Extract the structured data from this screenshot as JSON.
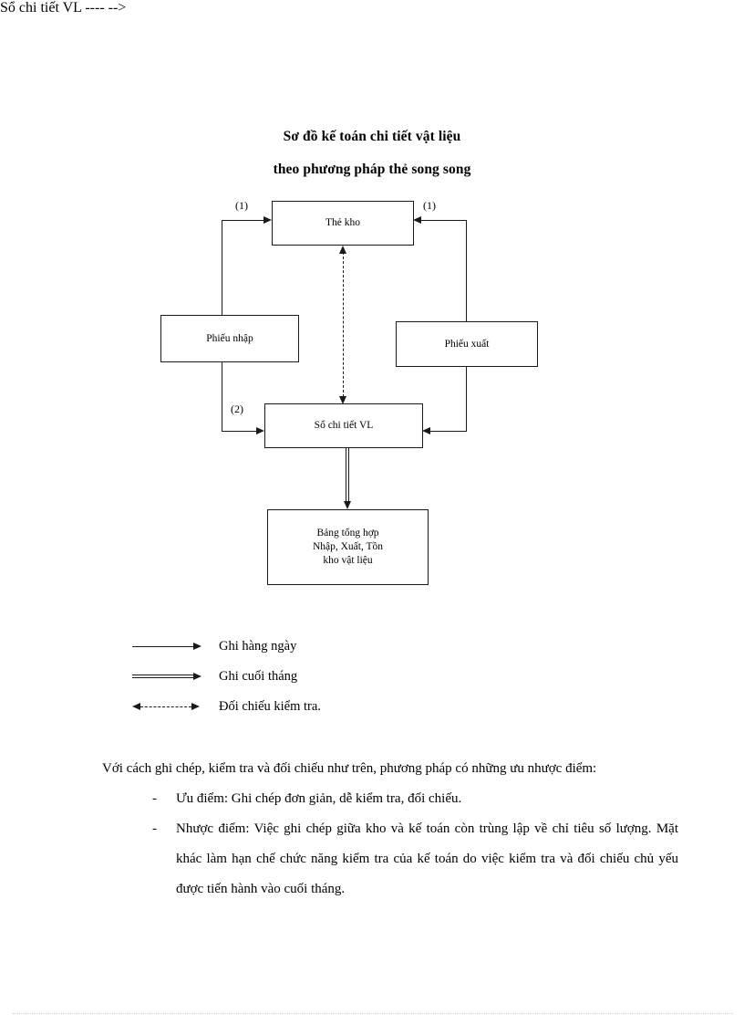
{
  "document": {
    "title_lines": [
      "Sơ đồ kế toán chi tiết vật liệu",
      "theo phương pháp thẻ song song"
    ]
  },
  "diagram": {
    "nodes": [
      {
        "id": "the-kho",
        "label": "Thẻ kho"
      },
      {
        "id": "phieu-nhap",
        "label": "Phiếu nhập"
      },
      {
        "id": "phieu-xuat",
        "label": "Phiếu xuất"
      },
      {
        "id": "so-chi-tiet",
        "label": "Sổ chi tiết VL"
      },
      {
        "id": "bang-tong-hop",
        "label": "Bảng tổng hợp\nNhập, Xuất, Tồn\nkho vật liệu"
      }
    ],
    "bang_tong_hop_lines": [
      "Bảng tổng hợp",
      "Nhập, Xuất, Tồn",
      "kho vật liệu"
    ],
    "step_labels": {
      "left_top": "(1)",
      "right_top": "(1)",
      "left_bottom": "(2)"
    }
  },
  "legend": {
    "items": [
      {
        "marker": "solid-arrow-right",
        "label": "Ghi hàng ngày"
      },
      {
        "marker": "double-line-arrow-right",
        "label": "Ghi cuối tháng"
      },
      {
        "marker": "dashed-arrow-bidirectional",
        "label": "Đối chiếu kiểm tra."
      }
    ]
  },
  "body": {
    "paragraph_1": "Với cách ghi chép, kiểm tra và đối chiếu như trên, phương pháp có những ưu nhược điểm:",
    "bullet_dash": "-",
    "bullet_1": "Ưu điểm: Ghi chép đơn giản, dễ kiểm tra, đối chiếu.",
    "bullet_2": "Nhược điểm: Việc ghi chép giữa kho và kế toán còn trùng lập về chỉ tiêu số lượng. Mặt khác làm hạn chế chức năng kiểm tra của kế toán do việc kiểm tra và đối chiếu chủ yếu được tiến hành vào cuối tháng."
  },
  "colors": {
    "ink": "#1a1a1a",
    "page": "#ffffff",
    "footer_rule": "#cfcfcf"
  }
}
